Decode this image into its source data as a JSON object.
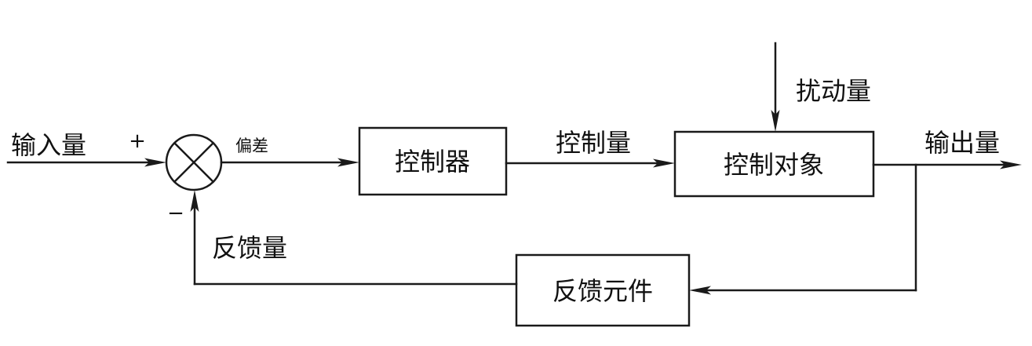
{
  "signals": {
    "input": "输入量",
    "plus": "+",
    "error": "偏差",
    "minus": "−",
    "control": "控制量",
    "disturbance": "扰动量",
    "output": "输出量",
    "feedback": "反馈量"
  },
  "blocks": {
    "controller": "控制器",
    "plant": "控制对象",
    "feedback_element": "反馈元件"
  },
  "colors": {
    "line": "#1a1a1a",
    "background": "#ffffff"
  }
}
